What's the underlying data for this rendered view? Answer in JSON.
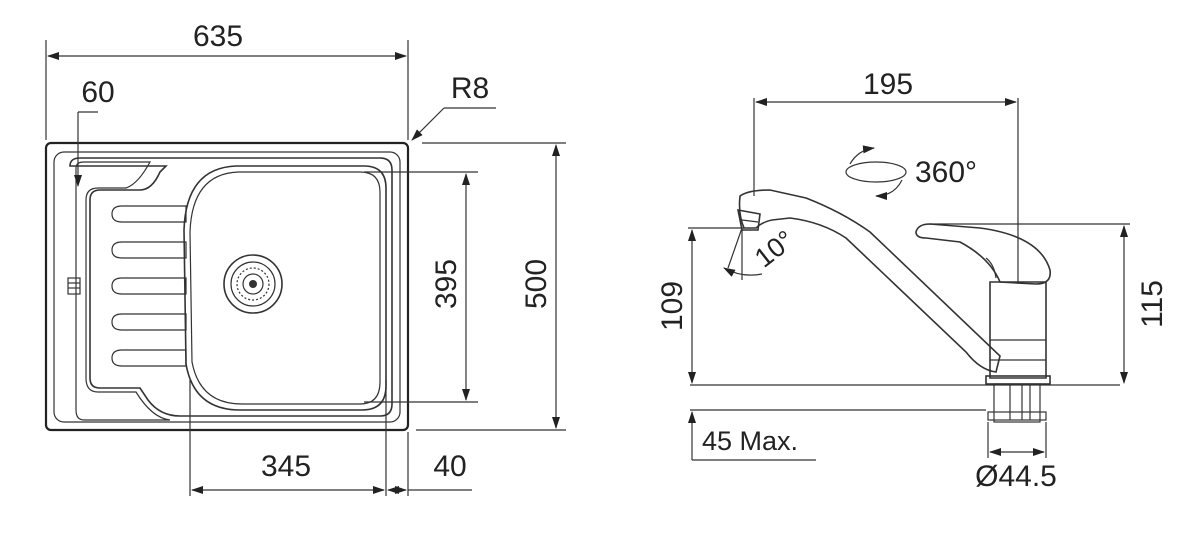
{
  "sink": {
    "overall_width": "635",
    "drain_offset": "60",
    "corner_radius": "R8",
    "bowl_depth": "395",
    "overall_depth": "500",
    "bowl_width": "345",
    "rim_width": "40"
  },
  "faucet": {
    "reach": "195",
    "rotation": "360°",
    "spray_angle": "10°",
    "spout_height": "109",
    "total_height": "115",
    "max_thickness": "45 Max.",
    "base_diameter": "Ø44.5"
  }
}
